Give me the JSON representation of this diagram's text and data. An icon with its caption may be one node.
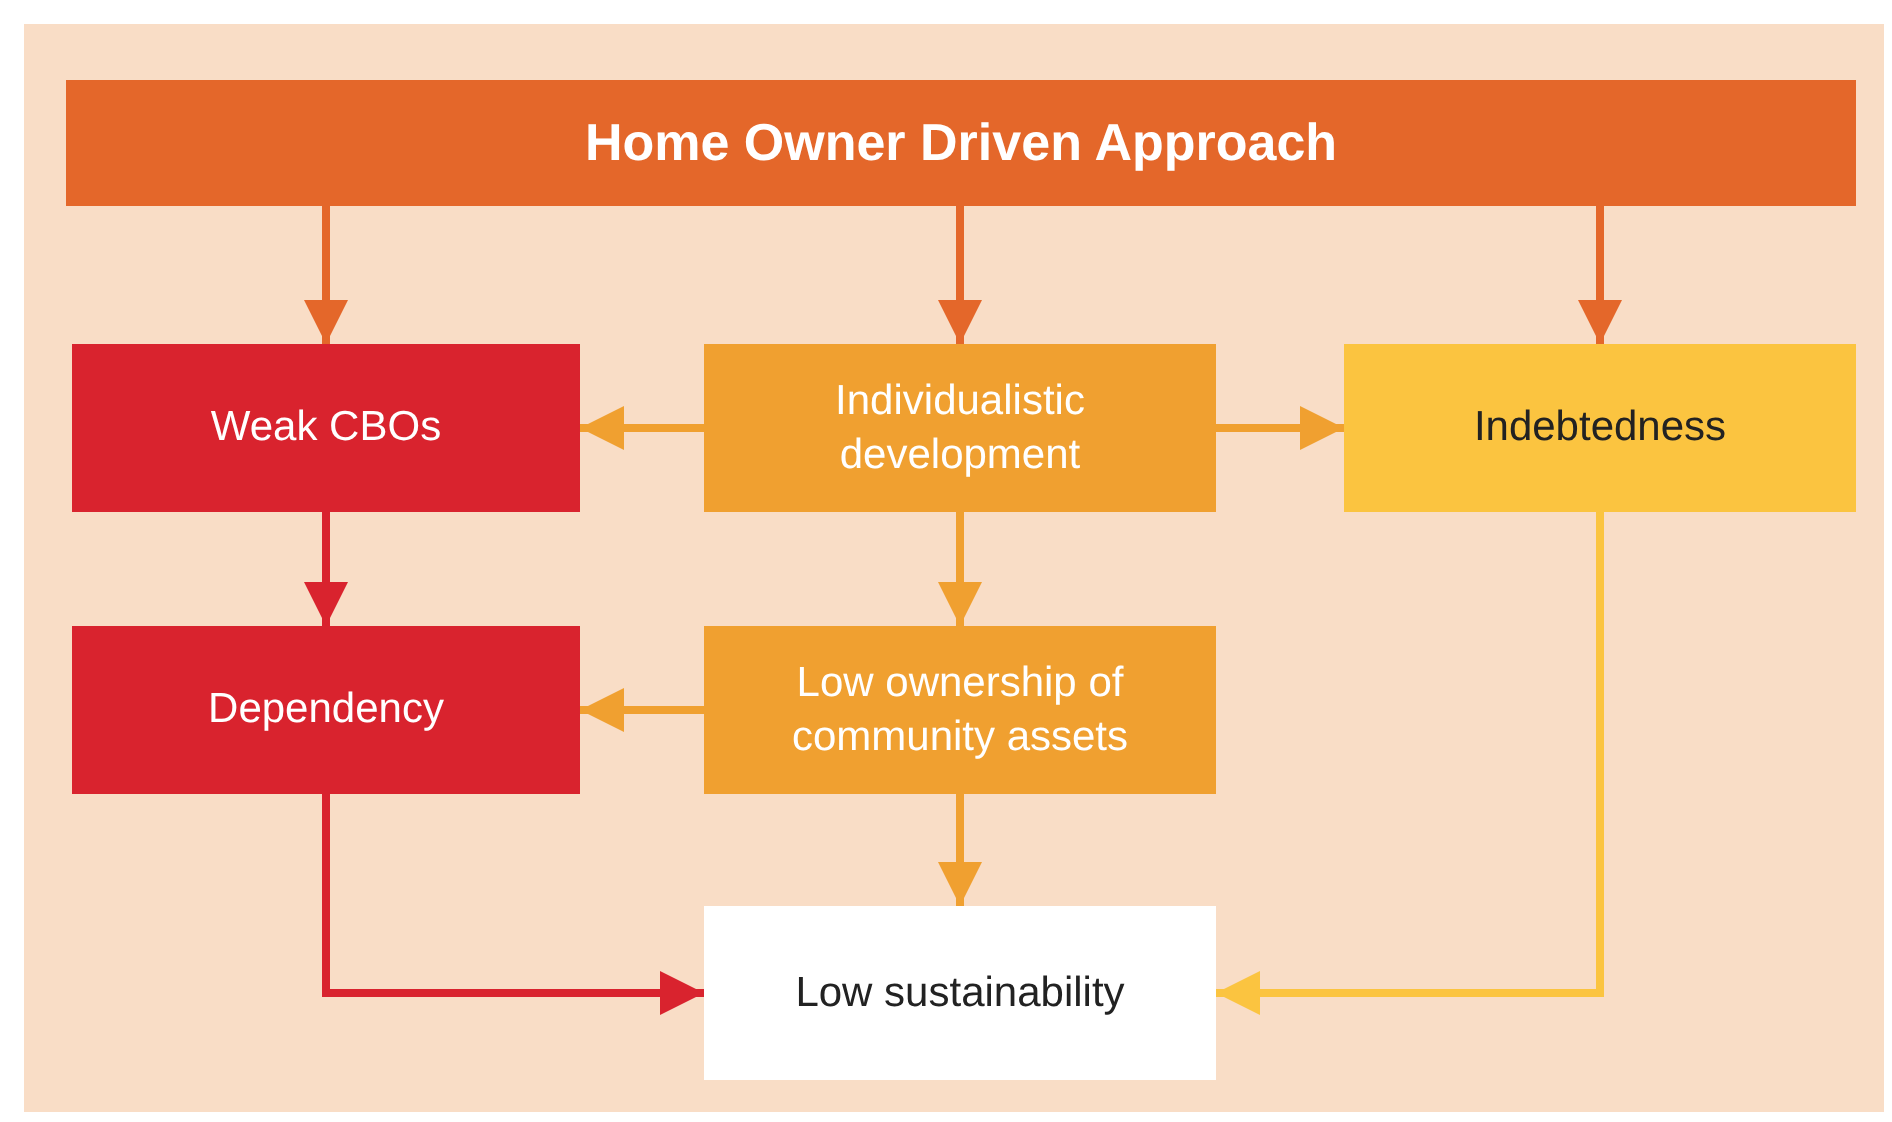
{
  "diagram": {
    "nodes": [
      {
        "text": [
          "Home Owner Driven Approach"
        ]
      },
      {
        "text": [
          "Weak CBOs"
        ]
      },
      {
        "text": [
          "Individualistic development"
        ]
      },
      {
        "text": [
          "Indebtedness"
        ]
      },
      {
        "text": [
          "Dependency"
        ]
      },
      {
        "text": [
          "Low ownership of community assets"
        ]
      },
      {
        "text": [
          "Low sustainability"
        ]
      }
    ],
    "edges": [
      {
        "from": 0,
        "to": 1,
        "arrow": "to",
        "color": "#e4672a"
      },
      {
        "from": 0,
        "to": 2,
        "arrow": "to",
        "color": "#e4672a"
      },
      {
        "from": 0,
        "to": 3,
        "arrow": "to",
        "color": "#e4672a"
      },
      {
        "from": 2,
        "to": 1,
        "arrow": "to"
      },
      {
        "from": 2,
        "to": 3,
        "arrow": "to"
      },
      {
        "from": 2,
        "to": 5,
        "arrow": "to"
      },
      {
        "from": 1,
        "to": 4,
        "arrow": "to",
        "color": "#d9232e"
      },
      {
        "from": 5,
        "to": 4,
        "arrow": "to"
      },
      {
        "from": 5,
        "to": 6,
        "arrow": "to"
      },
      {
        "from": 4,
        "to": 6,
        "arrow": "to",
        "color": "#d9232e"
      },
      {
        "from": 3,
        "to": 6,
        "arrow": "to",
        "color": "#fbc440"
      }
    ]
  }
}
